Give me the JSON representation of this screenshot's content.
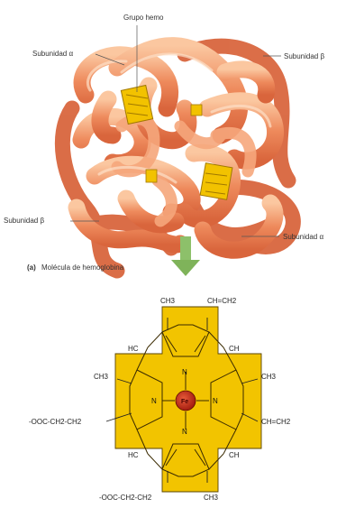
{
  "molecule": {
    "labels": {
      "heme_group": "Grupo hemo",
      "alpha_top": "Subunidad α",
      "beta_top": "Subunidad β",
      "beta_bottom": "Subunidad β",
      "alpha_bottom": "Subunidad α"
    },
    "caption_letter": "(a)",
    "caption_text": "Molécula de hemoglobina",
    "colors": {
      "protein": "#e8784c",
      "protein_highlight": "#f8b68c",
      "heme": "#f2c200",
      "arrow": "#7fb35a"
    }
  },
  "heme": {
    "center_atom": "Fe",
    "nitrogens": [
      "N",
      "N",
      "N",
      "N"
    ],
    "hc_labels": [
      "HC",
      "CH",
      "HC",
      "CH"
    ],
    "substituents": {
      "top_left": "CH3",
      "top_right": "CH=CH2",
      "left_upper": "CH3",
      "right_upper": "CH3",
      "left_lower": "-OOC-CH2-CH2",
      "right_lower": "CH=CH2",
      "bottom_left": "-OOC-CH2-CH2",
      "bottom_right": "CH3"
    },
    "colors": {
      "ring_fill": "#f2c400",
      "iron": "#c4301c"
    }
  }
}
